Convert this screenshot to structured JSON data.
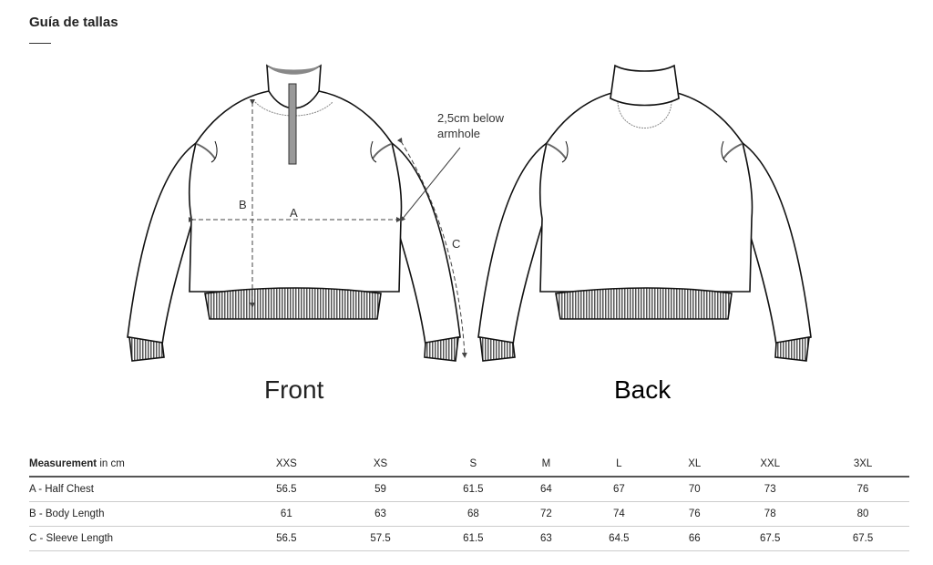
{
  "page": {
    "title": "Guía de tallas"
  },
  "diagram": {
    "front_label": "Front",
    "back_label": "Back",
    "annotation": [
      "2,5cm below",
      "armhole"
    ],
    "marker_a": "A",
    "marker_b": "B",
    "marker_c": "C"
  },
  "table": {
    "header_bold": "Measurement",
    "header_unit": " in cm",
    "sizes": [
      "XXS",
      "XS",
      "S",
      "M",
      "L",
      "XL",
      "XXL",
      "3XL"
    ],
    "rows": [
      {
        "label": "A - Half Chest",
        "values": [
          "56.5",
          "59",
          "61.5",
          "64",
          "67",
          "70",
          "73",
          "76"
        ]
      },
      {
        "label": "B - Body Length",
        "values": [
          "61",
          "63",
          "68",
          "72",
          "74",
          "76",
          "78",
          "80"
        ]
      },
      {
        "label": "C - Sleeve Length",
        "values": [
          "56.5",
          "57.5",
          "61.5",
          "63",
          "64.5",
          "66",
          "67.5",
          "67.5"
        ]
      }
    ]
  }
}
